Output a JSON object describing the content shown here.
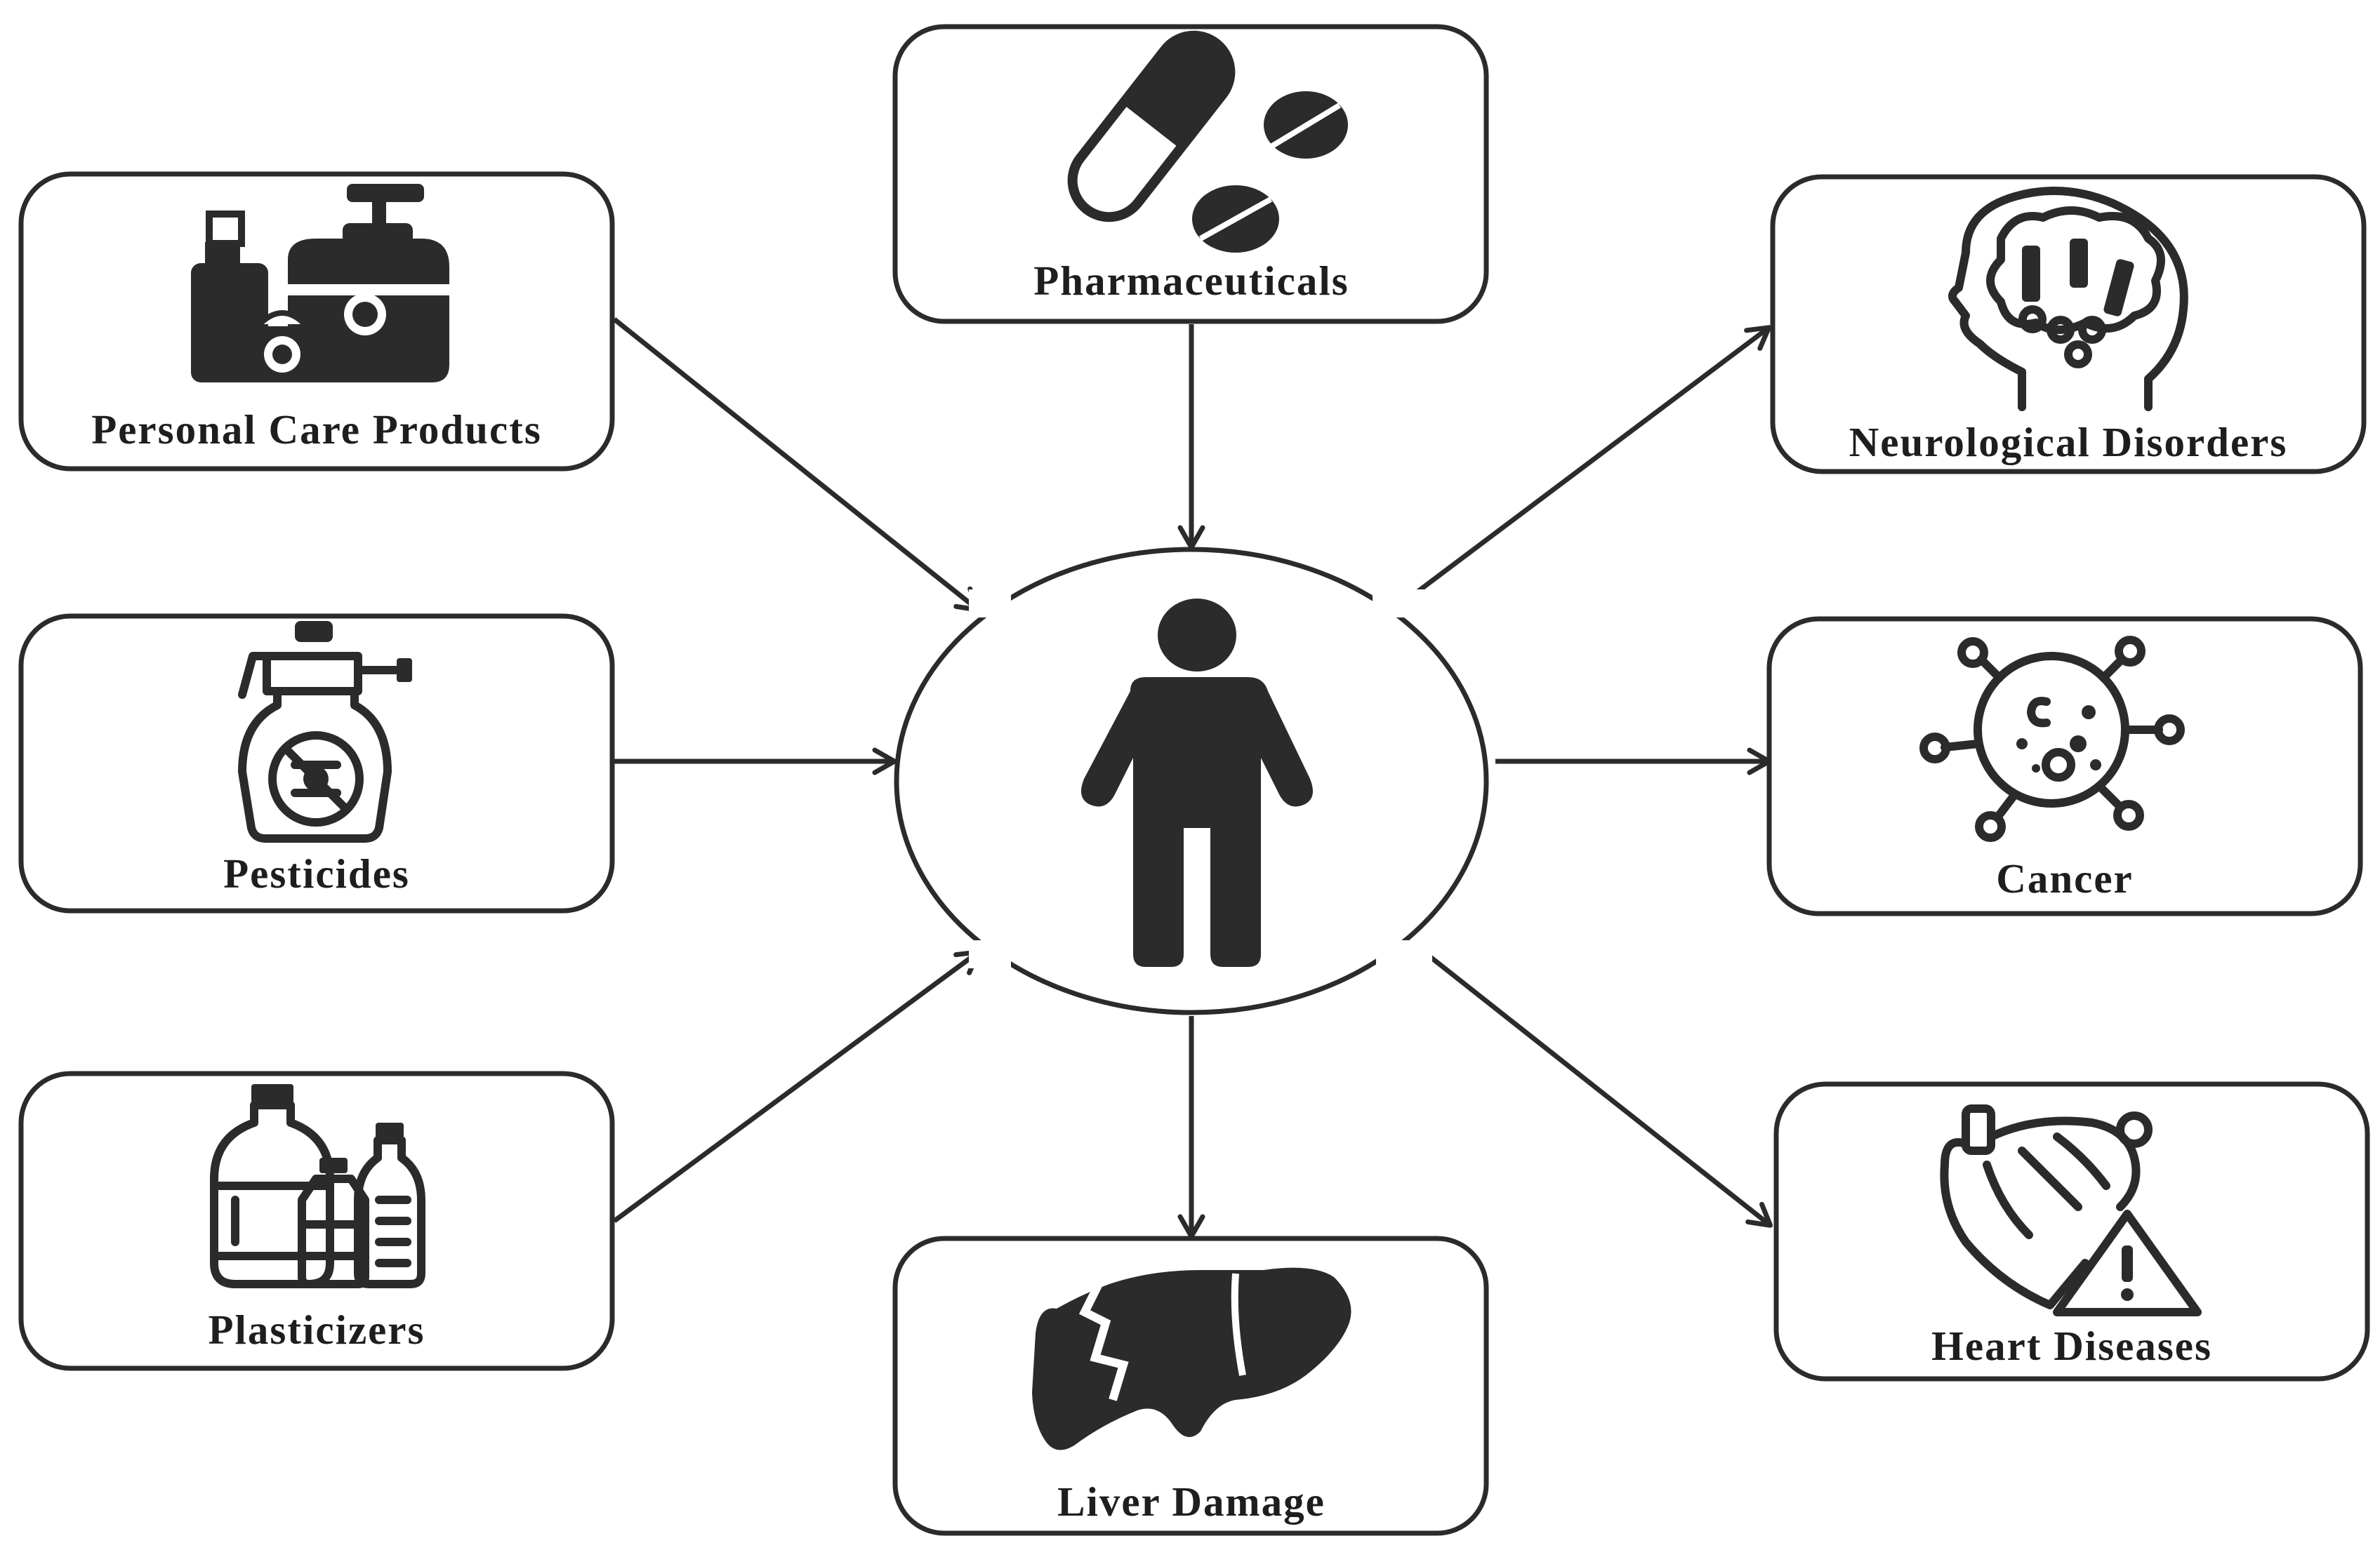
{
  "diagram": {
    "center": {
      "icon": "person-icon"
    },
    "sources": [
      {
        "id": "personal-care",
        "label": "Personal Care Products",
        "icon": "cosmetic-bottles-icon"
      },
      {
        "id": "pesticides",
        "label": "Pesticides",
        "icon": "spray-bottle-icon"
      },
      {
        "id": "plasticizers",
        "label": "Plasticizers",
        "icon": "plastic-bottles-icon"
      },
      {
        "id": "pharmaceuticals",
        "label": "Pharmaceuticals",
        "icon": "pills-icon"
      }
    ],
    "effects": [
      {
        "id": "neurological",
        "label": "Neurological Disorders",
        "icon": "head-brain-icon"
      },
      {
        "id": "cancer",
        "label": "Cancer",
        "icon": "cancer-cell-icon"
      },
      {
        "id": "heart",
        "label": "Heart Diseases",
        "icon": "heart-warning-icon"
      },
      {
        "id": "liver",
        "label": "Liver Damage",
        "icon": "liver-icon"
      }
    ],
    "colors": {
      "stroke": "#2b2b2b",
      "background": "#ffffff"
    }
  }
}
